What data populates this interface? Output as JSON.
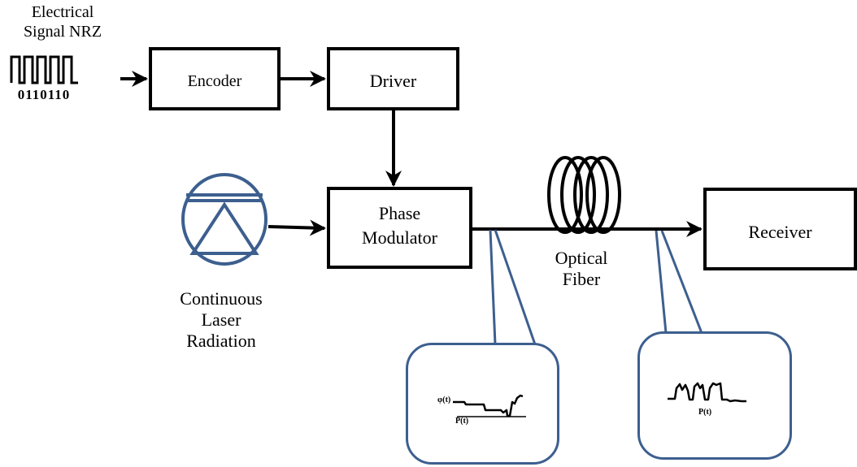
{
  "input": {
    "label_line1": "Electrical",
    "label_line2": "Signal NRZ",
    "bits": "0110110"
  },
  "blocks": {
    "encoder": "Encoder",
    "driver": "Driver",
    "modulator_line1": "Phase",
    "modulator_line2": "Modulator",
    "receiver": "Receiver"
  },
  "laser": {
    "line1": "Continuous",
    "line2": "Laser",
    "line3": "Radiation"
  },
  "fiber": {
    "line1": "Optical",
    "line2": "Fiber"
  },
  "insets": {
    "phase": {
      "phi_label": "φ(t)",
      "p_label": "P(t)"
    },
    "power": {
      "p_label": "P(t)"
    }
  },
  "colors": {
    "line": "#000000",
    "callout": "#3d5f8f"
  }
}
